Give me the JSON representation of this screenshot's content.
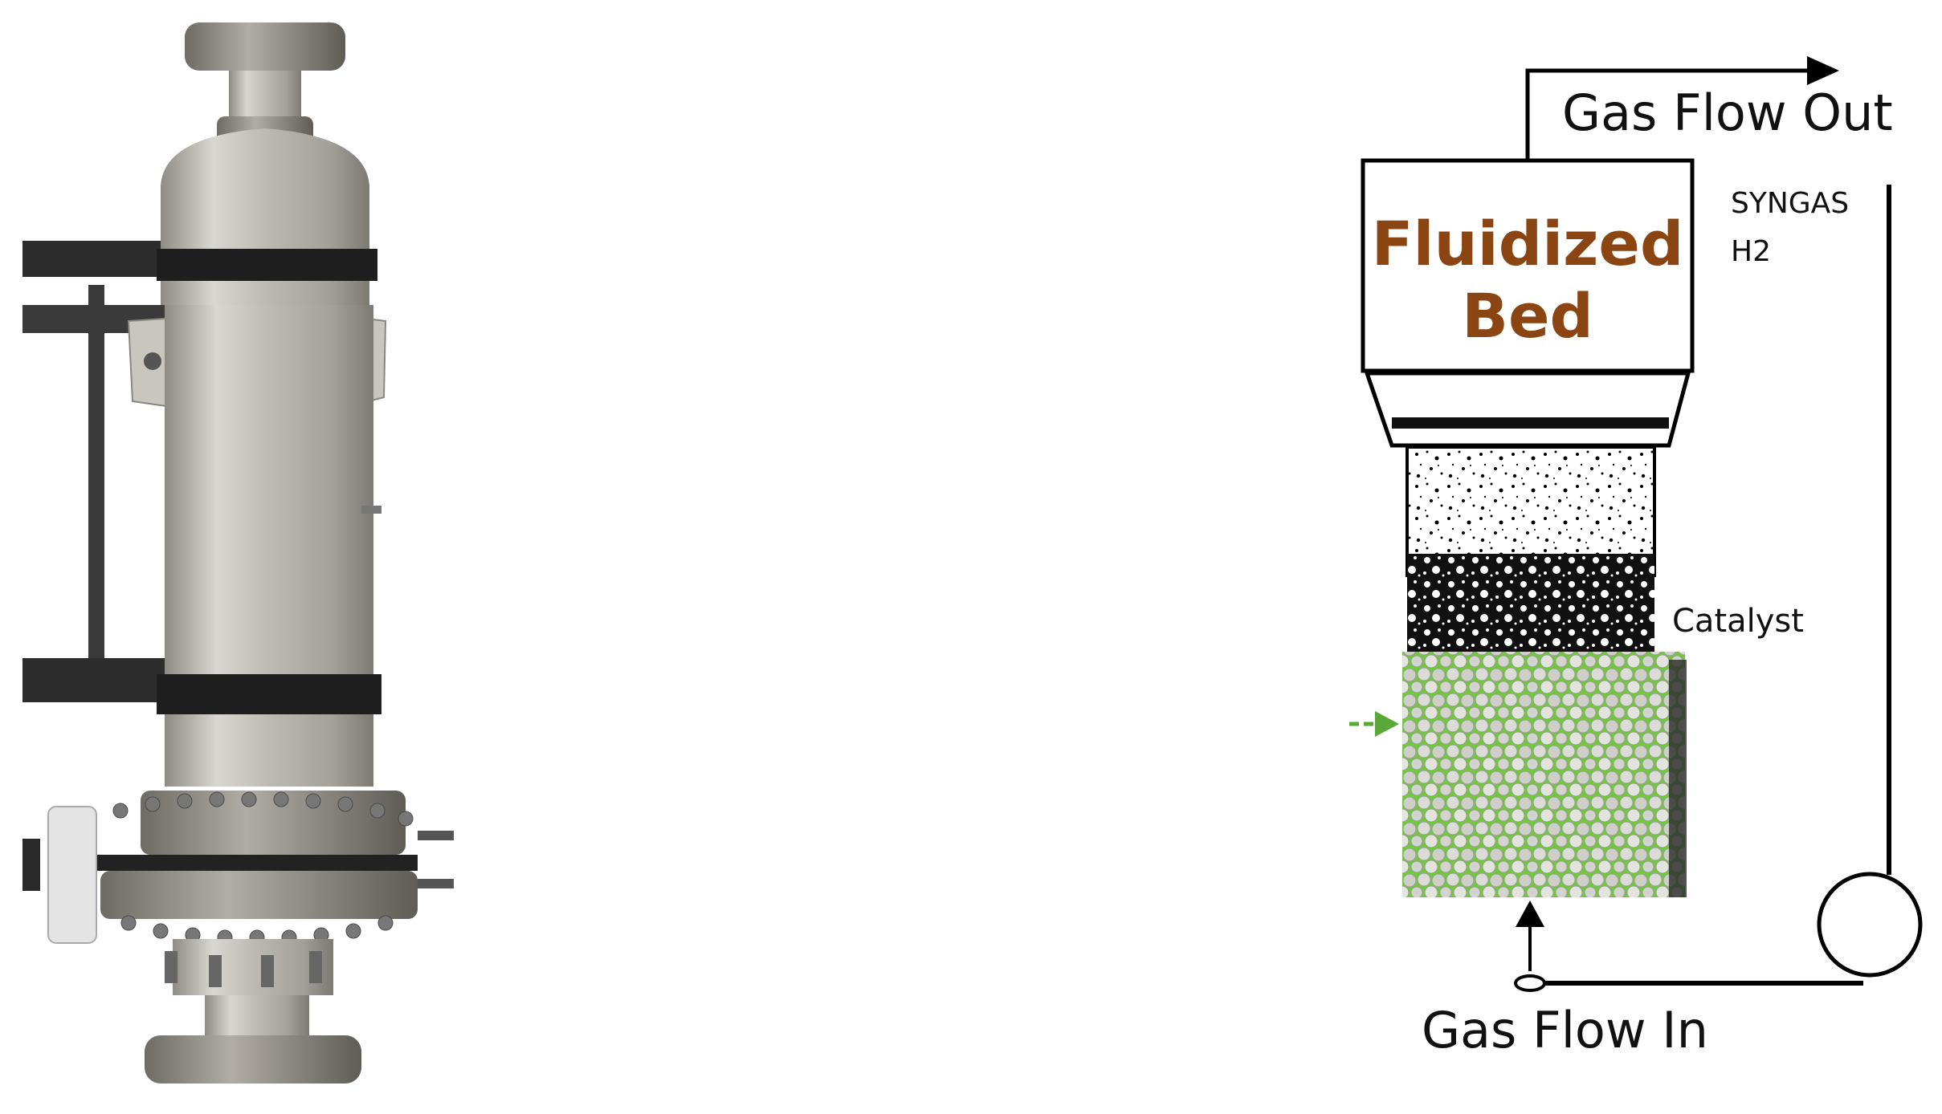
{
  "diagram": {
    "labels": {
      "gas_flow_out": "Gas Flow Out",
      "gas_flow_in": "Gas Flow In",
      "fluidized_line1": "Fluidized",
      "fluidized_line2": "Bed",
      "syngas": "SYNGAS",
      "h2": "H2",
      "catalyst": "Catalyst"
    },
    "colors": {
      "bed_text": "#8b4513",
      "catalyst_green": "#6fc93a",
      "arrow_green": "#5aa83a",
      "line": "#000000",
      "vessel_metal": "#b9b6ae"
    }
  }
}
